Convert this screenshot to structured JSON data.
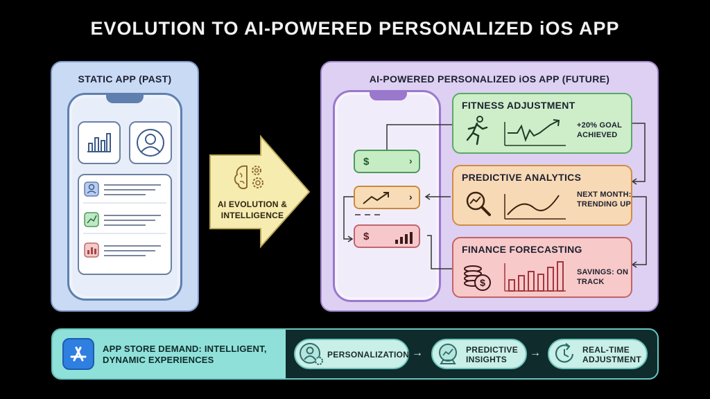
{
  "title": "EVOLUTION TO AI-POWERED PERSONALIZED iOS APP",
  "static_panel": {
    "title": "STATIC APP (PAST)"
  },
  "evolution": {
    "label": "AI EVOLUTION & INTELLIGENCE"
  },
  "future_panel": {
    "title": "AI-POWERED PERSONALIZED iOS APP (FUTURE)",
    "widgets": [
      {
        "symbol": "$"
      },
      {
        "symbol": "$"
      }
    ],
    "features": [
      {
        "title": "FITNESS ADJUSTMENT",
        "note": "+20% GOAL ACHIEVED",
        "color": "#cdeec9"
      },
      {
        "title": "PREDICTIVE ANALYTICS",
        "note": "NEXT MONTH: TRENDING UP",
        "color": "#f8d9b5"
      },
      {
        "title": "FINANCE FORECASTING",
        "note": "SAVINGS: ON TRACK",
        "color": "#f8c9c9"
      }
    ]
  },
  "bottom_bar": {
    "demand": "APP STORE DEMAND: INTELLIGENT, DYNAMIC EXPERIENCES",
    "steps": [
      {
        "label": "PERSONALIZATION"
      },
      {
        "label": "PREDICTIVE INSIGHTS"
      },
      {
        "label": "REAL-TIME ADJUSTMENT"
      }
    ]
  }
}
